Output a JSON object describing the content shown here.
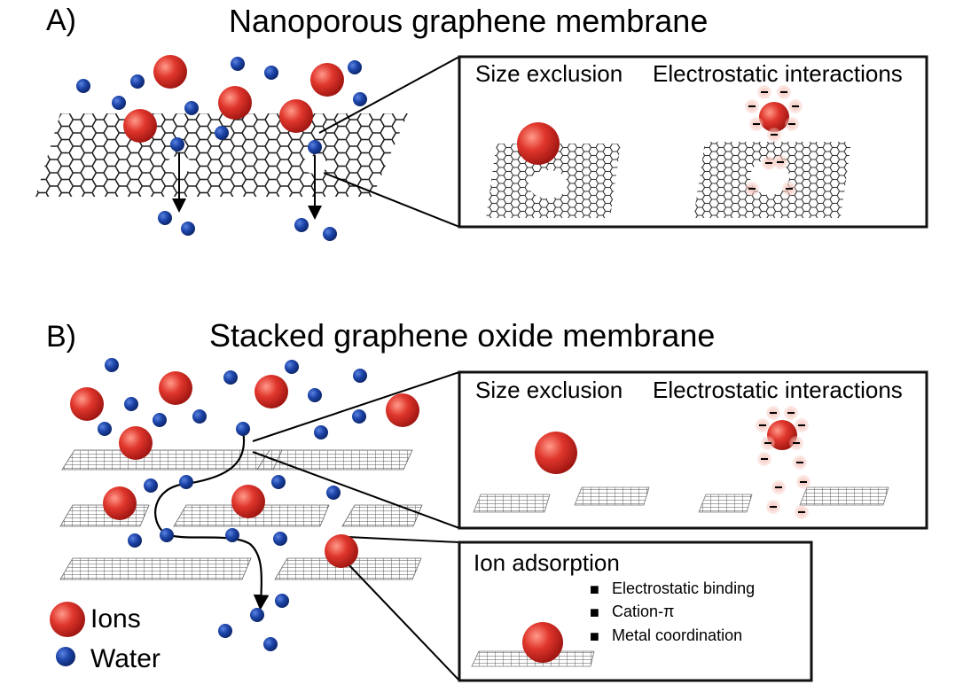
{
  "panel_a": {
    "letter": "A)",
    "title": "Nanoporous graphene membrane",
    "inset": {
      "size_exclusion": "Size exclusion",
      "electrostatic": "Electrostatic interactions"
    }
  },
  "panel_b": {
    "letter": "B)",
    "title": "Stacked graphene oxide membrane",
    "inset": {
      "size_exclusion": "Size exclusion",
      "electrostatic": "Electrostatic interactions"
    },
    "adsorption": {
      "title": "Ion adsorption",
      "mechanisms": [
        "Electrostatic binding",
        "Cation-π",
        "Metal coordination"
      ]
    }
  },
  "legend": {
    "ions": "Ions",
    "water": "Water"
  },
  "colors": {
    "ion": "#d42a22",
    "water": "#1a3d9c",
    "lattice": "#222222",
    "charge_halo": "#f3b2a8"
  }
}
